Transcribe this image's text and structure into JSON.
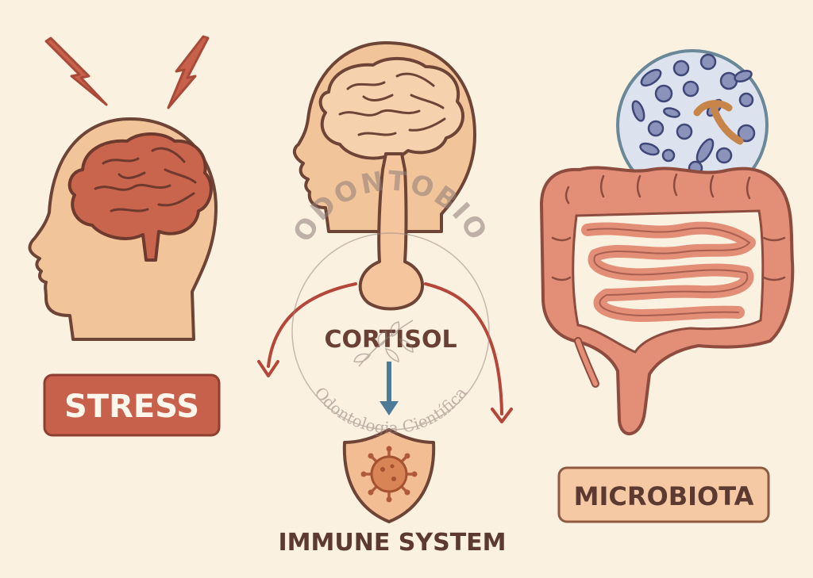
{
  "labels": {
    "stress": "STRESS",
    "cortisol": "CORTISOL",
    "immune_system": "IMMUNE SYSTEM",
    "microbiota": "MICROBIOTA"
  },
  "watermark": {
    "brand": "ODONTOBIO",
    "tagline": "Odontologia Científica"
  },
  "colors": {
    "background": "#fbf1e0",
    "stress_badge": "#c8614c",
    "microbiota_badge": "#f5c9a3",
    "arrow_red": "#b5473a",
    "arrow_blue": "#4d7b97",
    "outline": "#7a4a3c"
  },
  "icons": [
    "lightning-bolt-icon",
    "brain-icon",
    "head-silhouette-icon",
    "pituitary-gland-icon",
    "shield-virus-icon",
    "bacteria-circle-icon",
    "intestine-icon"
  ]
}
